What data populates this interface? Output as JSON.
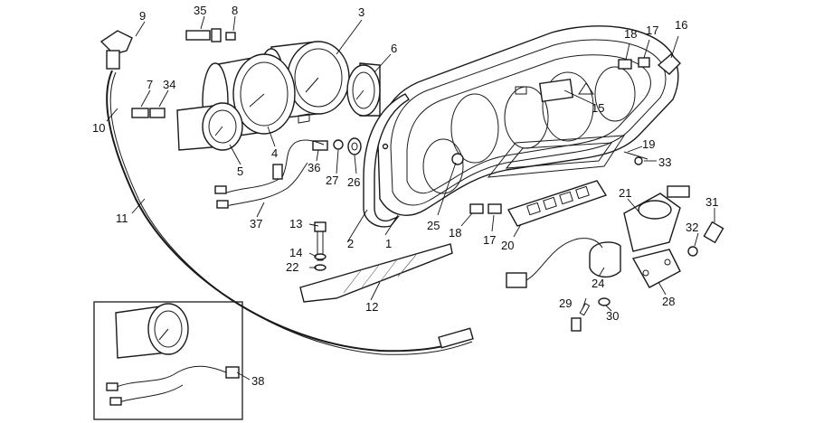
{
  "callouts": [
    {
      "id": "c1",
      "label": "1"
    },
    {
      "id": "c2",
      "label": "2"
    },
    {
      "id": "c3",
      "label": "3"
    },
    {
      "id": "c4",
      "label": "4"
    },
    {
      "id": "c5",
      "label": "5"
    },
    {
      "id": "c6",
      "label": "6"
    },
    {
      "id": "c7",
      "label": "7"
    },
    {
      "id": "c8",
      "label": "8"
    },
    {
      "id": "c9",
      "label": "9"
    },
    {
      "id": "c10",
      "label": "10"
    },
    {
      "id": "c11",
      "label": "11"
    },
    {
      "id": "c12",
      "label": "12"
    },
    {
      "id": "c13",
      "label": "13"
    },
    {
      "id": "c14",
      "label": "14"
    },
    {
      "id": "c15",
      "label": "15"
    },
    {
      "id": "c16",
      "label": "16"
    },
    {
      "id": "c17a",
      "label": "17"
    },
    {
      "id": "c17b",
      "label": "17"
    },
    {
      "id": "c18a",
      "label": "18"
    },
    {
      "id": "c18b",
      "label": "18"
    },
    {
      "id": "c19",
      "label": "19"
    },
    {
      "id": "c20",
      "label": "20"
    },
    {
      "id": "c21",
      "label": "21"
    },
    {
      "id": "c22",
      "label": "22"
    },
    {
      "id": "c24",
      "label": "24"
    },
    {
      "id": "c25",
      "label": "25"
    },
    {
      "id": "c26",
      "label": "26"
    },
    {
      "id": "c27",
      "label": "27"
    },
    {
      "id": "c28",
      "label": "28"
    },
    {
      "id": "c29",
      "label": "29"
    },
    {
      "id": "c30",
      "label": "30"
    },
    {
      "id": "c31",
      "label": "31"
    },
    {
      "id": "c32",
      "label": "32"
    },
    {
      "id": "c33",
      "label": "33"
    },
    {
      "id": "c34",
      "label": "34"
    },
    {
      "id": "c35",
      "label": "35"
    },
    {
      "id": "c36",
      "label": "36"
    },
    {
      "id": "c37",
      "label": "37"
    },
    {
      "id": "c38",
      "label": "38"
    }
  ]
}
